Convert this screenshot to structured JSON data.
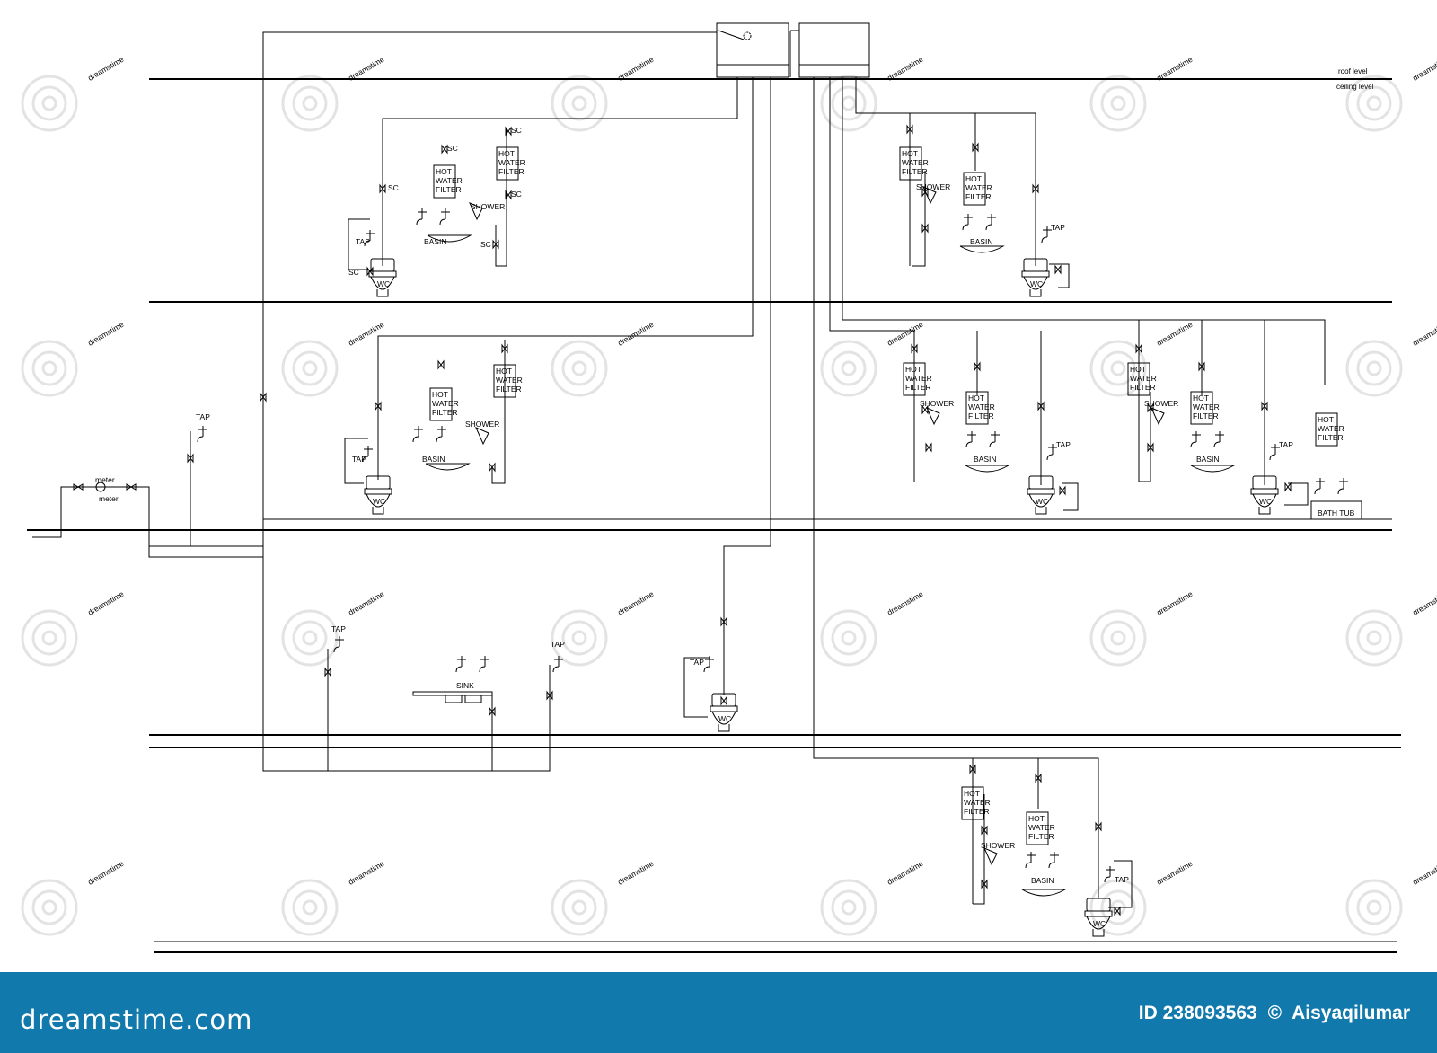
{
  "levels": {
    "roof": "roof level",
    "ceiling": "ceiling level"
  },
  "labels": {
    "sc": "SC",
    "tap": "TAP",
    "wc": "WC",
    "basin": "BASIN",
    "shower": "SHOWER",
    "sink": "SINK",
    "bath_tub": "BATH TUB",
    "meter": "meter",
    "filter_line1": "HOT",
    "filter_line2": "WATER",
    "filter_line3": "FILTER"
  },
  "watermark": {
    "text": "dreamstime"
  },
  "footer": {
    "brand": "dreamstime.com",
    "id_text": "ID 238093563",
    "copyright": "©",
    "author": "Aisyaqilumar"
  },
  "colors": {
    "footer_bg": "#1279ad",
    "line": "#000000",
    "text_light": "#ffffff"
  }
}
